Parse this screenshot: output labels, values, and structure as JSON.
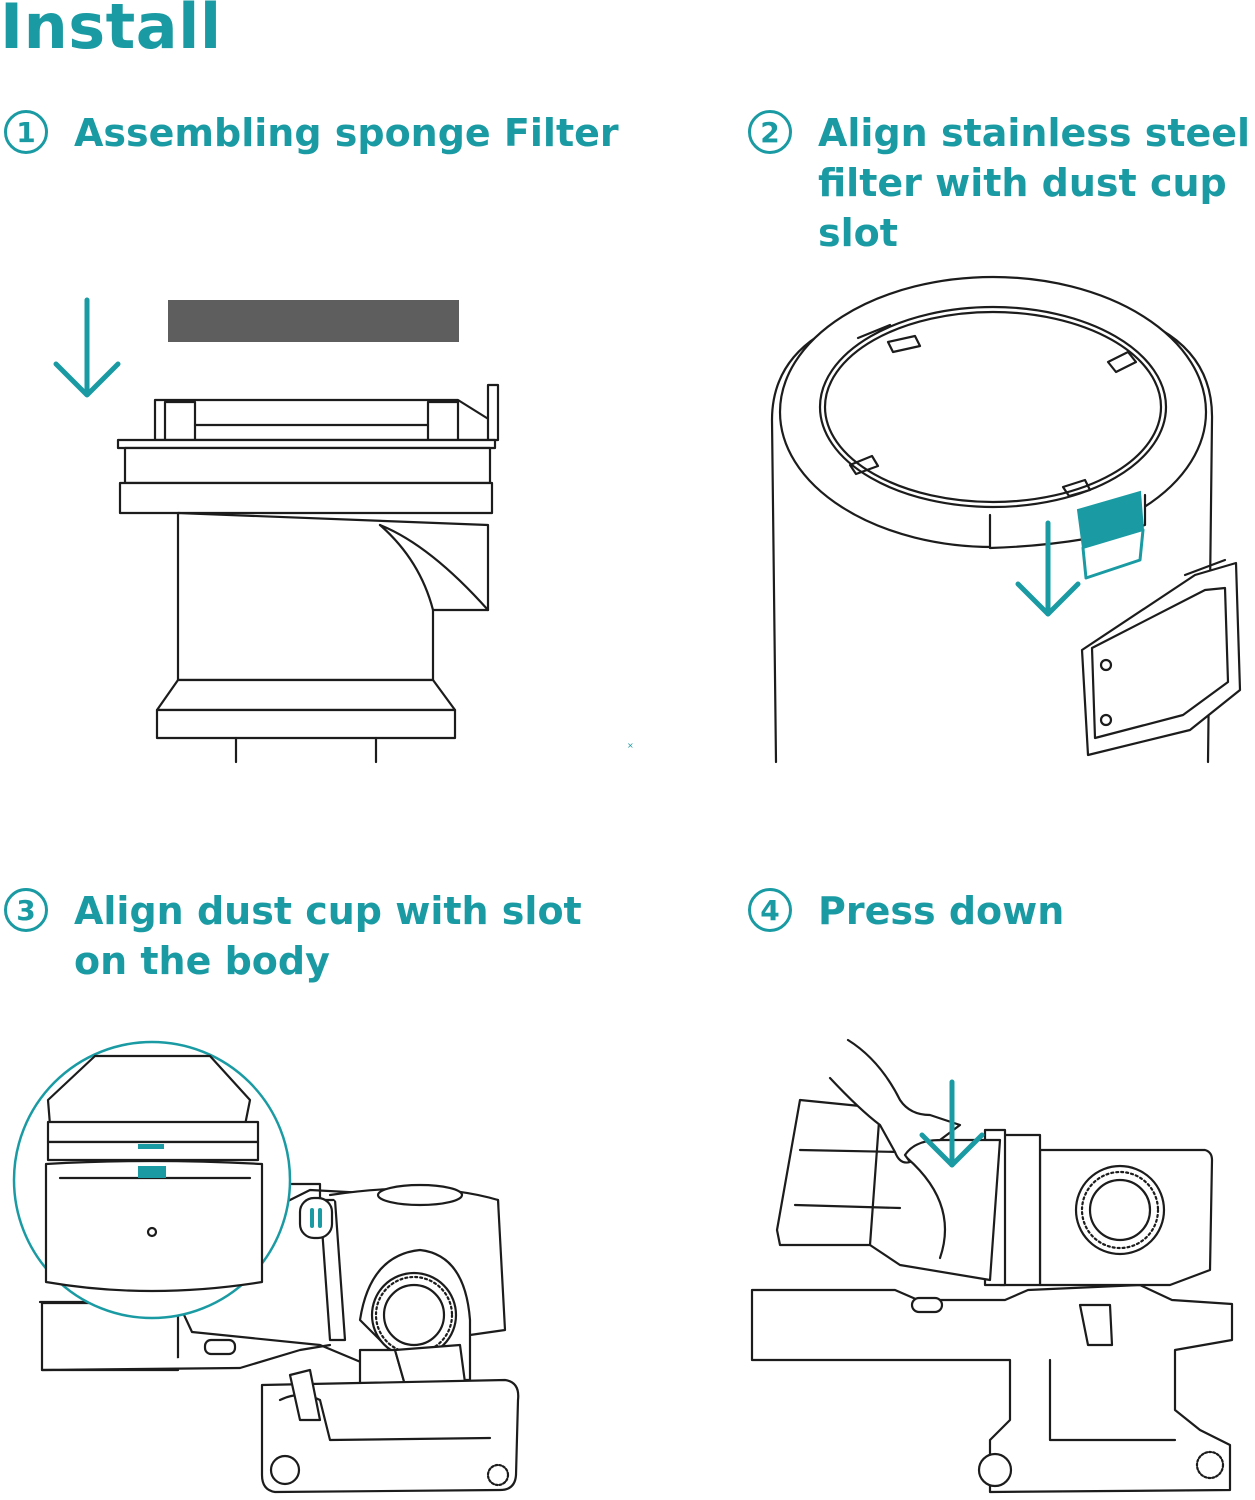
{
  "page": {
    "title": "Install"
  },
  "steps": [
    {
      "number": "1",
      "text": "Assembling sponge Filter"
    },
    {
      "number": "2",
      "text": "Align stainless steel filter with dust cup slot"
    },
    {
      "number": "3",
      "text": "Align dust cup with slot on the body"
    },
    {
      "number": "4",
      "text": "Press down"
    }
  ],
  "colors": {
    "accent": "#1a9ba3",
    "line": "#1c1c1c",
    "sponge": "#5e5e5e"
  }
}
